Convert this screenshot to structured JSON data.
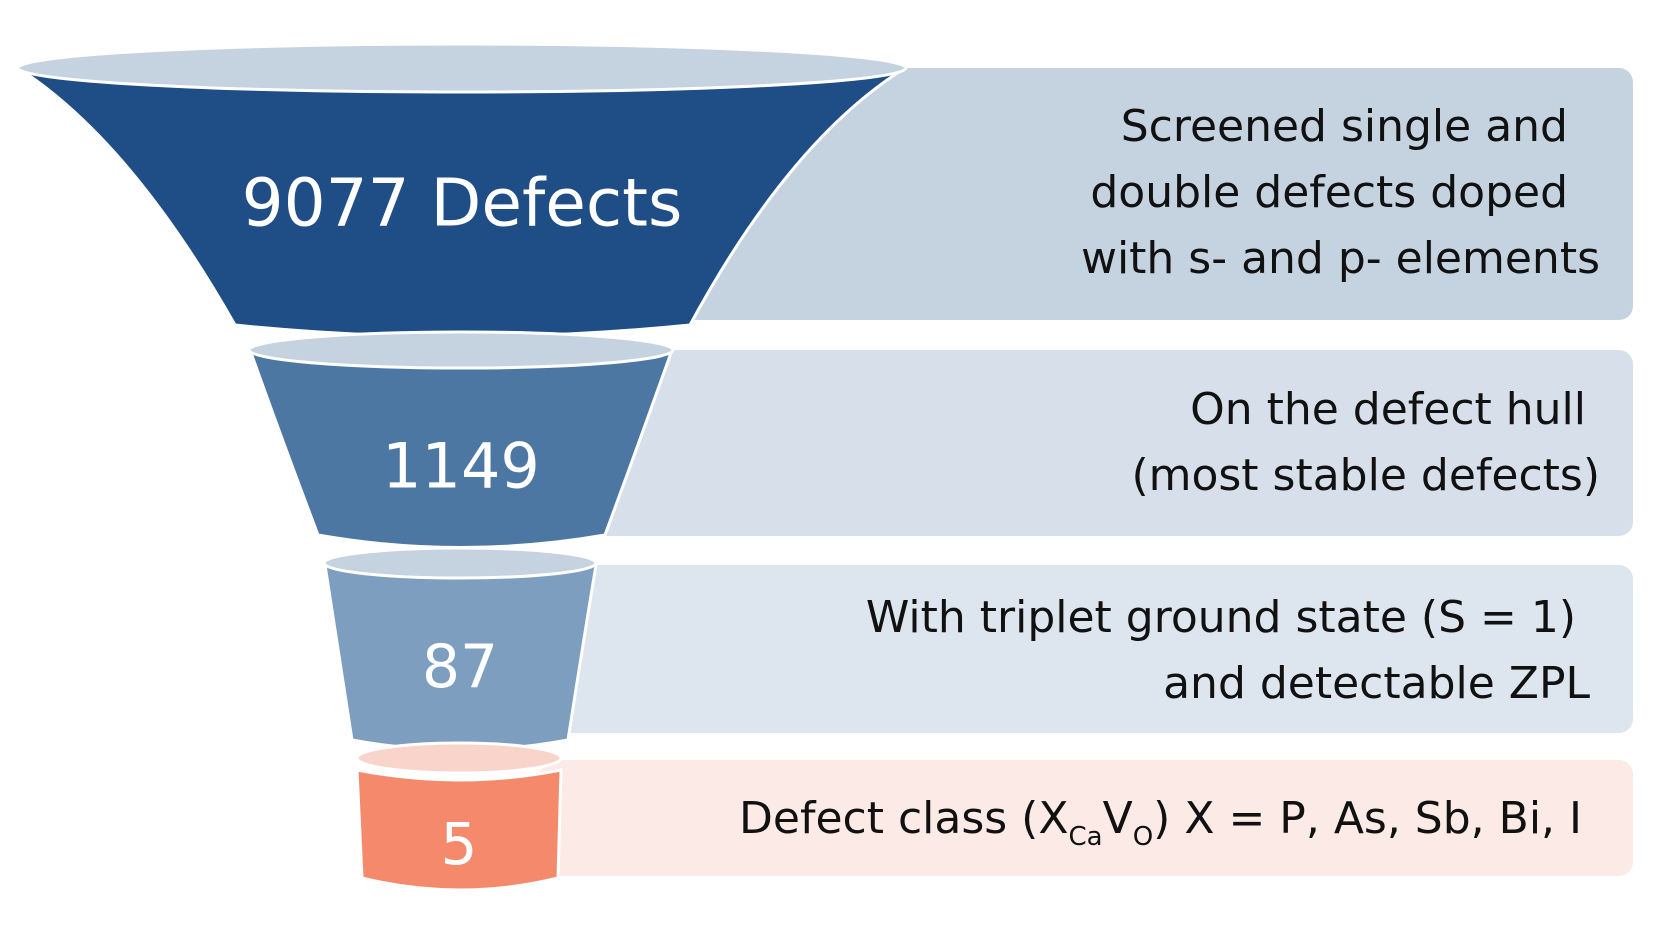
{
  "stages": [
    {
      "count": "9077 Defects",
      "description_lines": [
        "Screened single and",
        "double defects doped",
        "with s- and p- elements"
      ],
      "colors": {
        "band": "#c5d3e1",
        "body": "#1f4e87",
        "rim": "#c5d3e1"
      }
    },
    {
      "count": "1149",
      "description_lines": [
        "On the defect hull",
        "(most stable defects)"
      ],
      "colors": {
        "band": "#d7e0ea",
        "body": "#4d77a3",
        "rim": "#c5d3e1"
      }
    },
    {
      "count": "87",
      "description_lines": [
        "With triplet ground state (S = 1)",
        "and detectable ZPL"
      ],
      "colors": {
        "band": "#dde5ee",
        "body": "#7e9ebf",
        "rim": "#c5d3e1"
      }
    },
    {
      "count": "5",
      "description": {
        "prefix": "Defect class (X",
        "sub1": "Ca",
        "middle": "V",
        "sub2": "O",
        "suffix": ") X = P, As, Sb, Bi, I"
      },
      "colors": {
        "band": "#fbeae6",
        "body": "#f48a6b",
        "rim": "#f9d4ca"
      }
    }
  ]
}
